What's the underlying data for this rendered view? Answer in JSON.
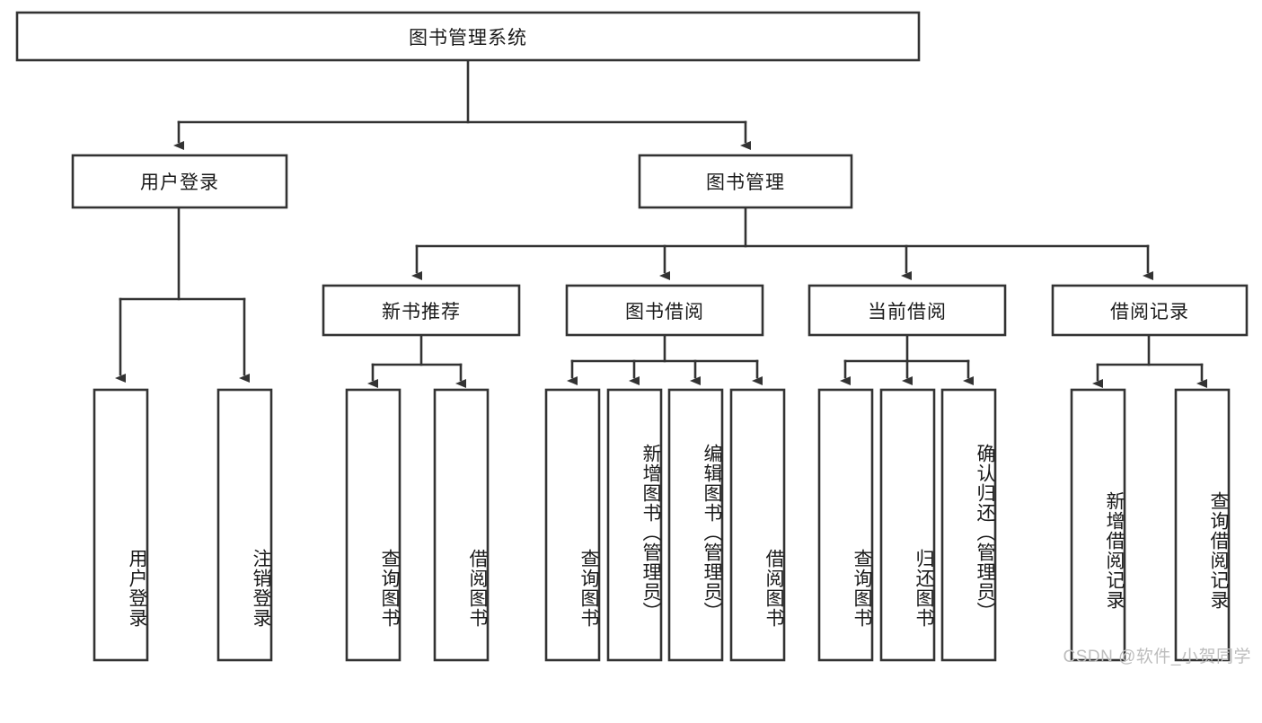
{
  "diagram": {
    "type": "tree-hierarchy",
    "title": "图书管理系统",
    "orientation": "top-down",
    "levels": 4,
    "root": {
      "id": "root",
      "label": "图书管理系统",
      "text_direction": "horizontal"
    },
    "level2": [
      {
        "id": "user-login",
        "label": "用户登录",
        "text_direction": "horizontal"
      },
      {
        "id": "book-manage",
        "label": "图书管理",
        "text_direction": "horizontal"
      }
    ],
    "level3": [
      {
        "id": "new-book-recommend",
        "label": "新书推荐",
        "parent": "book-manage",
        "text_direction": "horizontal"
      },
      {
        "id": "book-borrow",
        "label": "图书借阅",
        "parent": "book-manage",
        "text_direction": "horizontal"
      },
      {
        "id": "current-borrow",
        "label": "当前借阅",
        "parent": "book-manage",
        "text_direction": "horizontal"
      },
      {
        "id": "borrow-record",
        "label": "借阅记录",
        "parent": "book-manage",
        "text_direction": "horizontal"
      }
    ],
    "leaves": [
      {
        "id": "leaf-user-login",
        "label": "用户登录",
        "parent": "user-login",
        "text_direction": "vertical"
      },
      {
        "id": "leaf-user-logout",
        "label": "注销登录",
        "parent": "user-login",
        "text_direction": "vertical"
      },
      {
        "id": "leaf-query-book-1",
        "label": "查询图书",
        "parent": "new-book-recommend",
        "text_direction": "vertical"
      },
      {
        "id": "leaf-borrow-book-1",
        "label": "借阅图书",
        "parent": "new-book-recommend",
        "text_direction": "vertical"
      },
      {
        "id": "leaf-query-book-2",
        "label": "查询图书",
        "parent": "book-borrow",
        "text_direction": "vertical"
      },
      {
        "id": "leaf-add-book",
        "label": "新增图书（管理员）",
        "parent": "book-borrow",
        "text_direction": "vertical"
      },
      {
        "id": "leaf-edit-book",
        "label": "编辑图书（管理员）",
        "parent": "book-borrow",
        "text_direction": "vertical"
      },
      {
        "id": "leaf-borrow-book-2",
        "label": "借阅图书",
        "parent": "book-borrow",
        "text_direction": "vertical"
      },
      {
        "id": "leaf-query-book-3",
        "label": "查询图书",
        "parent": "current-borrow",
        "text_direction": "vertical"
      },
      {
        "id": "leaf-return-book",
        "label": "归还图书",
        "parent": "current-borrow",
        "text_direction": "vertical"
      },
      {
        "id": "leaf-confirm-return",
        "label": "确认归还（管理员）",
        "parent": "current-borrow",
        "text_direction": "vertical"
      },
      {
        "id": "leaf-add-record",
        "label": "新增借阅记录",
        "parent": "borrow-record",
        "text_direction": "vertical"
      },
      {
        "id": "leaf-query-record",
        "label": "查询借阅记录",
        "parent": "borrow-record",
        "text_direction": "vertical"
      }
    ]
  },
  "watermark": {
    "text": "CSDN @软件_小贺同学"
  },
  "colors": {
    "stroke": "#333333",
    "box_fill": "#ffffff",
    "text": "#1a1a1a",
    "background": "#ffffff",
    "watermark": "#bdbdbd"
  }
}
